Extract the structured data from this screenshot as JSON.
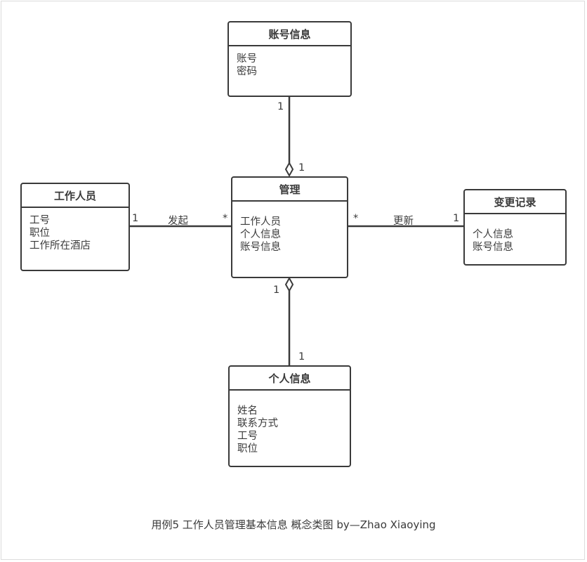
{
  "classes": {
    "account": {
      "name": "账号信息",
      "attributes": [
        "账号",
        "密码"
      ]
    },
    "staff": {
      "name": "工作人员",
      "attributes": [
        "工号",
        "职位",
        "工作所在酒店"
      ]
    },
    "manage": {
      "name": "管理",
      "attributes": [
        "工作人员",
        "个人信息",
        "账号信息"
      ]
    },
    "change": {
      "name": "变更记录",
      "attributes": [
        "个人信息",
        "账号信息"
      ]
    },
    "personal": {
      "name": "个人信息",
      "attributes": [
        "姓名",
        "联系方式",
        "工号",
        "职位"
      ]
    }
  },
  "associations": {
    "account_manage": {
      "from_mult": "1",
      "to_mult": "1"
    },
    "staff_manage": {
      "from_mult": "1",
      "label": "发起",
      "to_mult": "*"
    },
    "manage_change": {
      "from_mult": "*",
      "label": "更新",
      "to_mult": "1"
    },
    "manage_personal": {
      "from_mult": "1",
      "to_mult": "1"
    }
  },
  "caption": "用例5 工作人员管理基本信息 概念类图 by—Zhao Xiaoying",
  "colors": {
    "line": "#3a3a3a",
    "frame": "#dcdcdc",
    "background": "#ffffff"
  }
}
